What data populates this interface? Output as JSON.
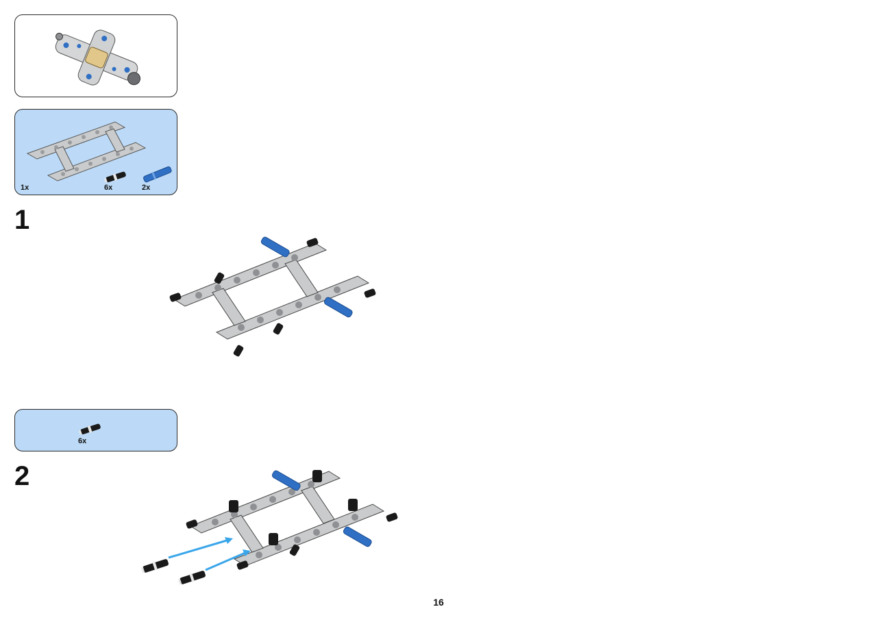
{
  "submodel_preview": {
    "icon": "gearbox-assembly-icon"
  },
  "steps": [
    {
      "number": "1",
      "parts": [
        {
          "qty": "1x",
          "icon": "liftarm-frame-icon"
        },
        {
          "qty": "6x",
          "icon": "black-pin-icon"
        },
        {
          "qty": "2x",
          "icon": "blue-axle-pin-icon"
        }
      ],
      "build_icon": "frame-with-pins-icon"
    },
    {
      "number": "2",
      "parts": [
        {
          "qty": "6x",
          "icon": "black-pin-icon"
        }
      ],
      "build_icon": "frame-insert-pins-icon"
    }
  ],
  "page_number": "16",
  "colors": {
    "parts_panel": "#bcdaf7",
    "light_gray_part": "#c9cbcc",
    "black_pin": "#1a1a1a",
    "blue_pin": "#2f6fc4",
    "arrow": "#3aa6ea"
  }
}
